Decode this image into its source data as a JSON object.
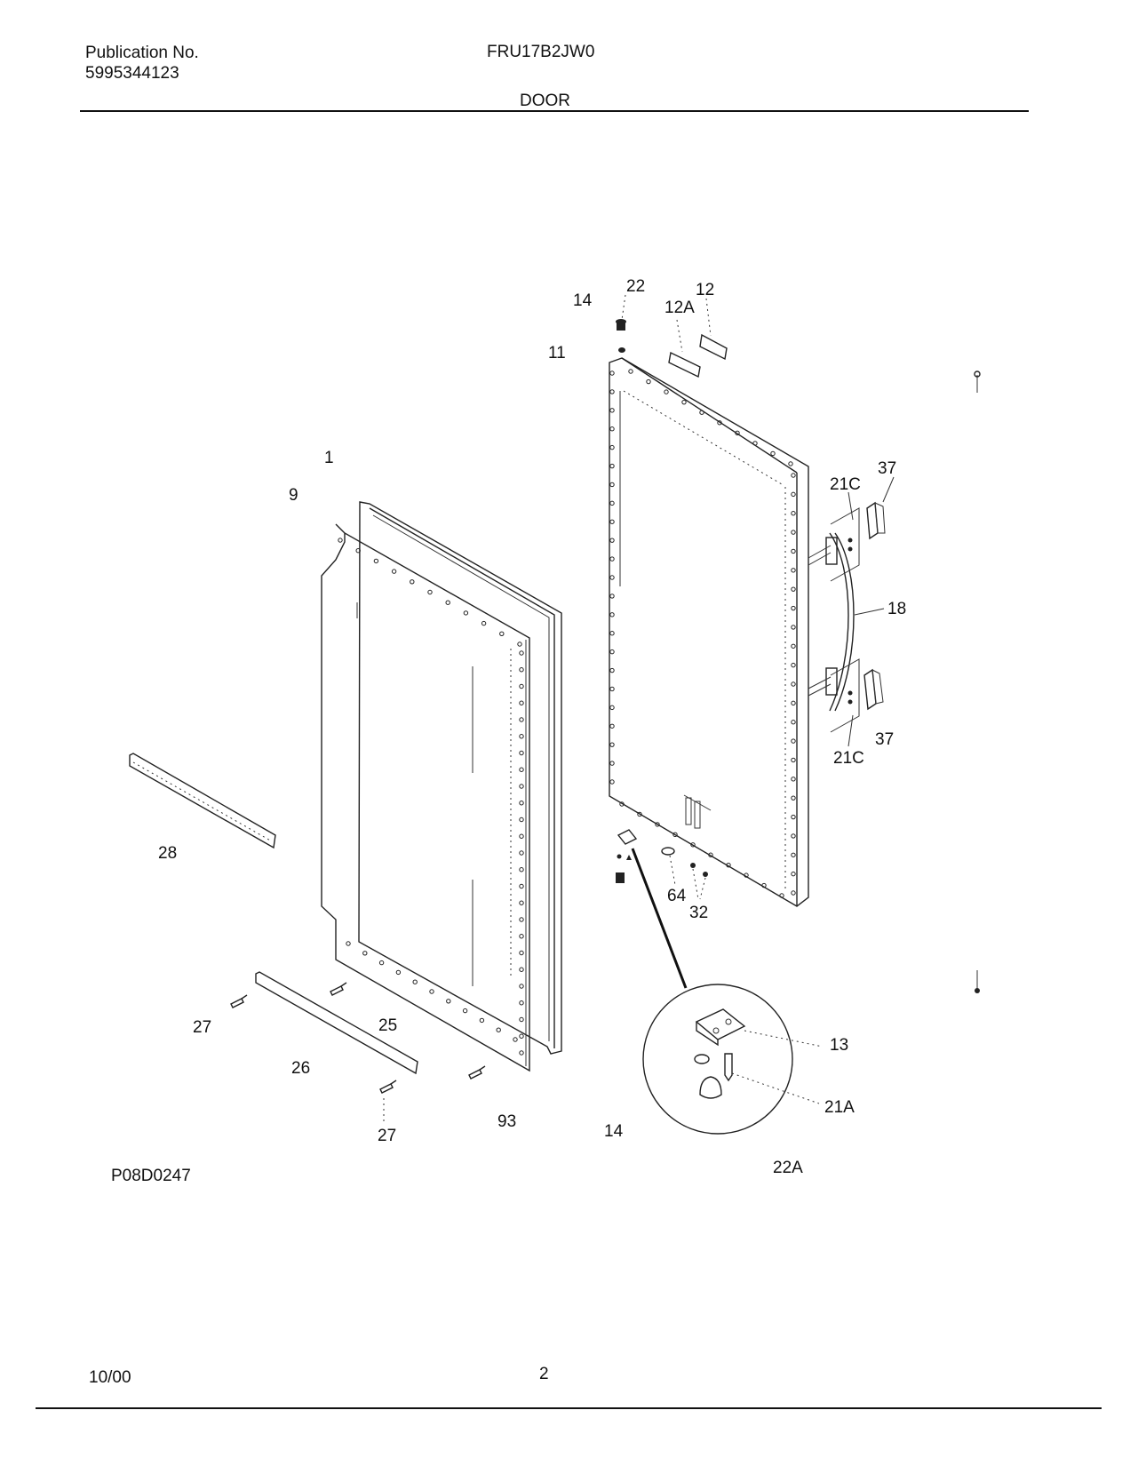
{
  "header": {
    "publication_label": "Publication No.",
    "publication_number": "5995344123",
    "model": "FRU17B2JW0",
    "section": "DOOR"
  },
  "diagram": {
    "drawing_code": "P08D0247",
    "callouts": {
      "c14_top": "14",
      "c22": "22",
      "c12": "12",
      "c12a": "12A",
      "c11": "11",
      "c1": "1",
      "c9": "9",
      "c37_top": "37",
      "c21c_top": "21C",
      "c18": "18",
      "c37_bot": "37",
      "c21c_bot": "21C",
      "c28": "28",
      "c64": "64",
      "c32": "32",
      "c13": "13",
      "c21a": "21A",
      "c27_left": "27",
      "c25": "25",
      "c26": "26",
      "c27_bot": "27",
      "c93": "93",
      "c14_bot": "14",
      "c22a": "22A"
    }
  },
  "footer": {
    "date": "10/00",
    "page": "2"
  }
}
